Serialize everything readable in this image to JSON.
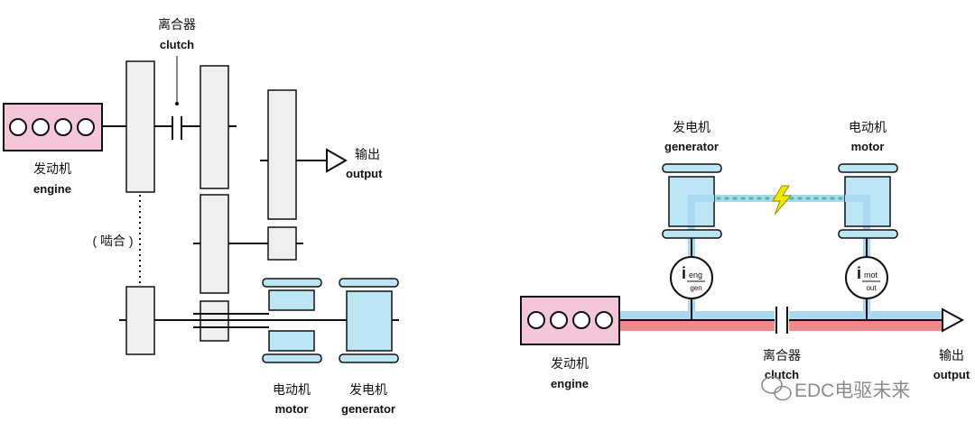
{
  "left": {
    "clutch_cn": "离合器",
    "clutch_en": "clutch",
    "engine_cn": "发动机",
    "engine_en": "engine",
    "output_cn": "输出",
    "output_en": "output",
    "mesh": "( 啮合 )",
    "motor_cn": "电动机",
    "motor_en": "motor",
    "generator_cn": "发电机",
    "generator_en": "generator"
  },
  "right": {
    "generator_cn": "发电机",
    "generator_en": "generator",
    "motor_cn": "电动机",
    "motor_en": "motor",
    "ratio_gen_main": "i",
    "ratio_gen_sub": "eng",
    "ratio_gen_den": "gen",
    "ratio_mot_main": "i",
    "ratio_mot_sub": "mot",
    "ratio_mot_den": "out",
    "engine_cn": "发动机",
    "engine_en": "engine",
    "clutch_cn": "离合器",
    "clutch_en": "clutch",
    "output_cn": "输出",
    "output_en": "output"
  },
  "watermark": "EDC电驱未来",
  "colors": {
    "engine_fill": "#f5c6d9",
    "gear_fill": "#efefef",
    "motor_fill": "#bde6f5",
    "power_path": "#f08a8a",
    "elec_path": "#a9d8f0",
    "elec_dots": "#4dbb99",
    "bolt": "#f3e600"
  }
}
